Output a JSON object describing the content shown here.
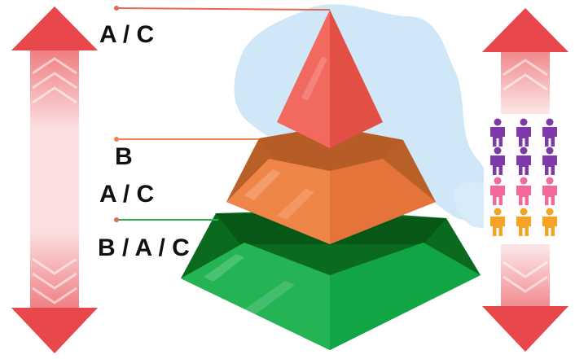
{
  "tiers": [
    {
      "labels": [
        "A / C"
      ]
    },
    {
      "labels": [
        "B",
        "A / C"
      ]
    },
    {
      "labels": [
        "B / A / C"
      ]
    }
  ],
  "colors": {
    "top_tier": "#ef5a50",
    "middle_tier": "#f08548",
    "bottom_tier": "#12b84a",
    "arrows": "#e8474c",
    "background_blob": "#cfe7f7",
    "people": [
      "#7e3aa8",
      "#7e3aa8",
      "#f26a9c",
      "#f5a326"
    ]
  },
  "icons": {
    "left_arrow": "double-headed-vertical-arrow",
    "right_arrow": "double-headed-vertical-arrow",
    "people": "person-icon"
  }
}
